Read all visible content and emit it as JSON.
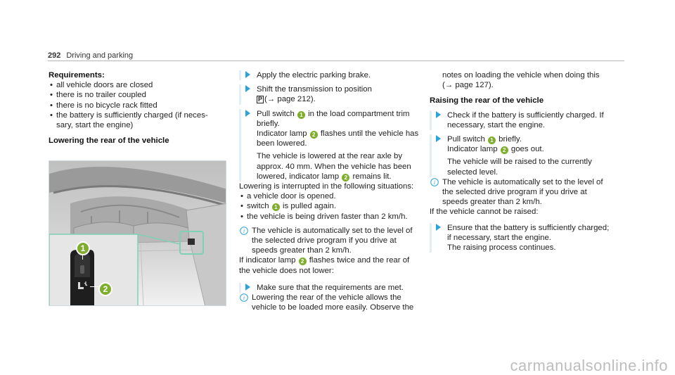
{
  "header": {
    "page_number": "292",
    "section": "Driving and parking"
  },
  "col1": {
    "requirements_title": "Requirements:",
    "requirements": [
      "all vehicle doors are closed",
      "there is no trailer coupled",
      "there is no bicycle rack fitted",
      "the battery is sufficiently charged (if neces-",
      "sary, start the engine)"
    ],
    "lowering_title": "Lowering the rear of the vehicle"
  },
  "figure": {
    "callout1": "1",
    "callout2": "2",
    "colors": {
      "callout": "#7fae2d",
      "highlight": "#7fd1b6",
      "panel_bg": "#e6e6e6"
    }
  },
  "col2": {
    "step1": "Apply the electric parking brake.",
    "step2_a": "Shift the transmission to position",
    "step2_b": "(→ page 212).",
    "step2_gear": "P",
    "step3_a": "Pull switch",
    "step3_b": "in the load compartment trim",
    "step3_c": "briefly.",
    "step3_d": "Indicator lamp",
    "step3_e": "flashes until the vehicle has",
    "step3_f": "been lowered.",
    "step3_r1": "The vehicle is lowered at the rear axle by",
    "step3_r2": "approx. 40 mm. When the vehicle has been",
    "step3_r3a": "lowered, indicator lamp",
    "step3_r3b": "remains lit.",
    "interrupt_intro": "Lowering is interrupted in the following situations:",
    "interrupt_1": "a vehicle door is opened.",
    "interrupt_2a": "switch",
    "interrupt_2b": "is pulled again.",
    "interrupt_3": "the vehicle is being driven faster than 2 km/h.",
    "note1_l1": "The vehicle is automatically set to the level of",
    "note1_l2": "the selected drive program if you drive at",
    "note1_l3": "speeds greater than 2 km/h.",
    "flash_l1a": "If indicator lamp",
    "flash_l1b": "flashes twice and the rear of",
    "flash_l2": "the vehicle does not lower:",
    "step4": "Make sure that the requirements are met.",
    "note2_l1": "Lowering the rear of the vehicle allows the",
    "note2_l2": "vehicle to be loaded more easily. Observe the"
  },
  "col3": {
    "cont_l1": "notes on loading the vehicle when doing this",
    "cont_l2": "(→ page 127).",
    "raising_title": "Raising the rear of the vehicle",
    "step1_l1": "Check if the battery is sufficiently charged. If",
    "step1_l2": "necessary, start the engine.",
    "step2_a": "Pull switch",
    "step2_b": "briefly.",
    "step2_c": "Indicator lamp",
    "step2_d": "goes out.",
    "step2_r1": "The vehicle will be raised to the currently",
    "step2_r2": "selected level.",
    "note_l1": "The vehicle is automatically set to the level of",
    "note_l2": "the selected drive program if you drive at",
    "note_l3": "speeds greater than 2 km/h.",
    "fail_intro": "If the vehicle cannot be raised:",
    "step3_l1": "Ensure that the battery is sufficiently charged;",
    "step3_l2": "if necessary, start the engine.",
    "step3_l3": "The raising process continues."
  },
  "watermark": "carmanualsonline.info",
  "colors": {
    "arrow": "#2ba3d8",
    "step_bar": "#e3eef4",
    "badge": "#7fae2d",
    "rule": "#b7b7b7"
  }
}
